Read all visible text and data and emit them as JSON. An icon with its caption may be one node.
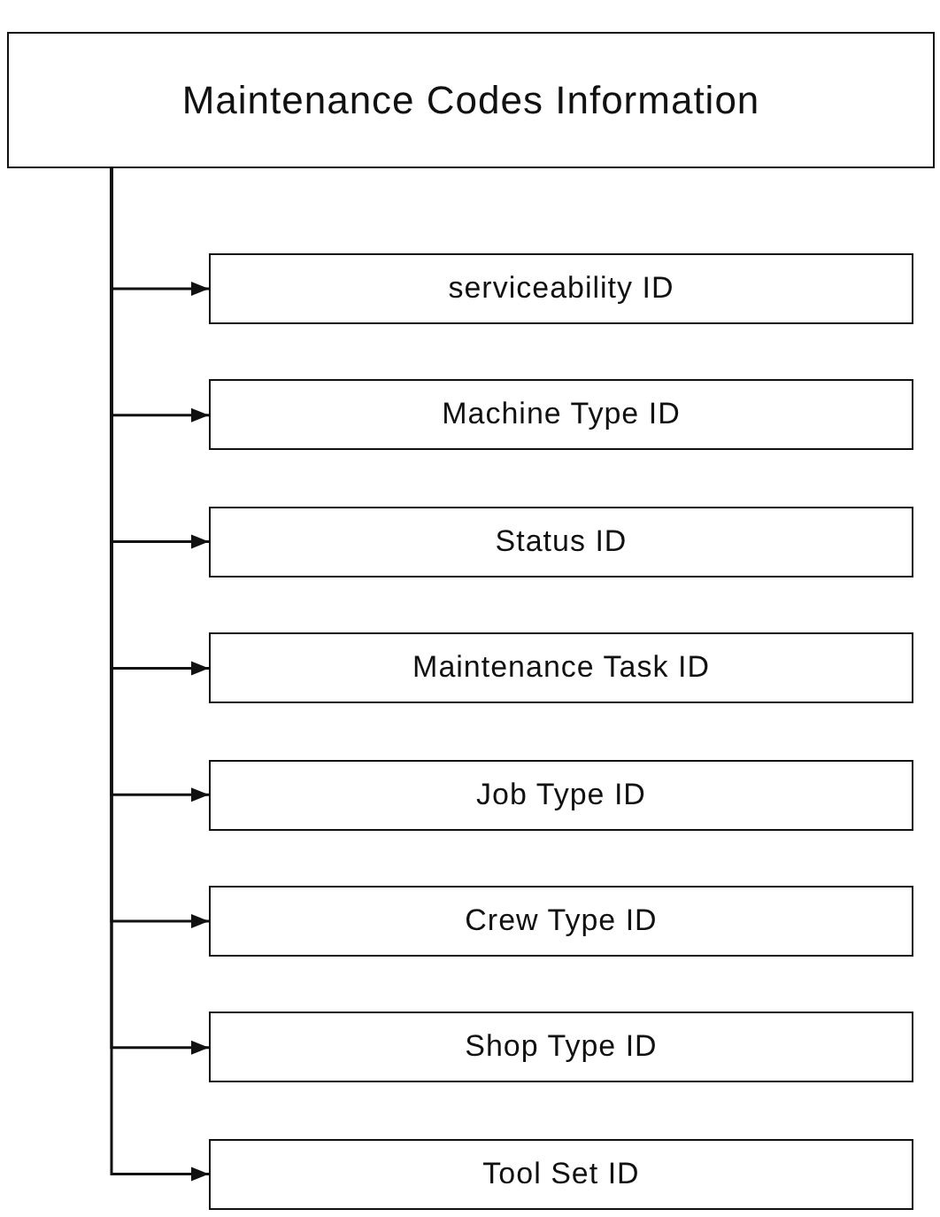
{
  "diagram": {
    "nodes": [
      {
        "text": [
          "Maintenance Codes Information"
        ]
      },
      {
        "text": [
          "serviceability ID"
        ]
      },
      {
        "text": [
          "Machine Type ID"
        ]
      },
      {
        "text": [
          "Status ID"
        ]
      },
      {
        "text": [
          "Maintenance Task ID"
        ]
      },
      {
        "text": [
          "Job Type ID"
        ]
      },
      {
        "text": [
          "Crew Type ID"
        ]
      },
      {
        "text": [
          "Shop Type ID"
        ]
      },
      {
        "text": [
          "Tool Set ID"
        ]
      }
    ],
    "edges": [
      {
        "from": 0,
        "to": 1,
        "arrow": "to"
      },
      {
        "from": 0,
        "to": 2,
        "arrow": "to"
      },
      {
        "from": 0,
        "to": 3,
        "arrow": "to"
      },
      {
        "from": 0,
        "to": 4,
        "arrow": "to"
      },
      {
        "from": 0,
        "to": 5,
        "arrow": "to"
      },
      {
        "from": 0,
        "to": 6,
        "arrow": "to"
      },
      {
        "from": 0,
        "to": 7,
        "arrow": "to"
      },
      {
        "from": 0,
        "to": 8,
        "arrow": "to"
      }
    ]
  }
}
